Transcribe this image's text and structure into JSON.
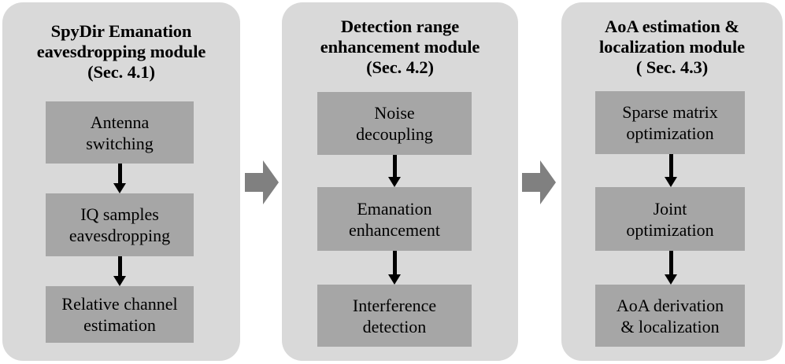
{
  "diagram": {
    "type": "flowchart",
    "orientation": "left-to-right",
    "colors": {
      "panel_background": "#d9d9d9",
      "step_box_background": "#a6a6a6",
      "arrow_fill": "#808080",
      "text": "#000000",
      "page_background": "#ffffff"
    },
    "modules": [
      {
        "id": "module-1",
        "title": "SpyDir Emanation\neavesdropping module\n(Sec. 4.1)",
        "steps": [
          {
            "id": "step-antenna-switching",
            "label": "Antenna\nswitching"
          },
          {
            "id": "step-iq-samples-eavesdropping",
            "label": "IQ samples\neavesdropping"
          },
          {
            "id": "step-relative-channel-estimation",
            "label": "Relative channel\nestimation"
          }
        ]
      },
      {
        "id": "module-2",
        "title": "Detection range\nenhancement module\n(Sec. 4.2)",
        "steps": [
          {
            "id": "step-noise-decoupling",
            "label": "Noise\ndecoupling"
          },
          {
            "id": "step-emanation-enhancement",
            "label": "Emanation\nenhancement"
          },
          {
            "id": "step-interference-detection",
            "label": "Interference\ndetection"
          }
        ]
      },
      {
        "id": "module-3",
        "title": "AoA estimation &\nlocalization module\n( Sec. 4.3)",
        "steps": [
          {
            "id": "step-sparse-matrix-optimization",
            "label": "Sparse matrix\noptimization"
          },
          {
            "id": "step-joint-optimization",
            "label": "Joint\noptimization"
          },
          {
            "id": "step-aoa-derivation-localization",
            "label": "AoA derivation\n& localization"
          }
        ]
      }
    ],
    "connectors": [
      {
        "id": "connector-module1-to-module2",
        "icon": "right-block-arrow-icon"
      },
      {
        "id": "connector-module2-to-module3",
        "icon": "right-block-arrow-icon"
      }
    ]
  }
}
